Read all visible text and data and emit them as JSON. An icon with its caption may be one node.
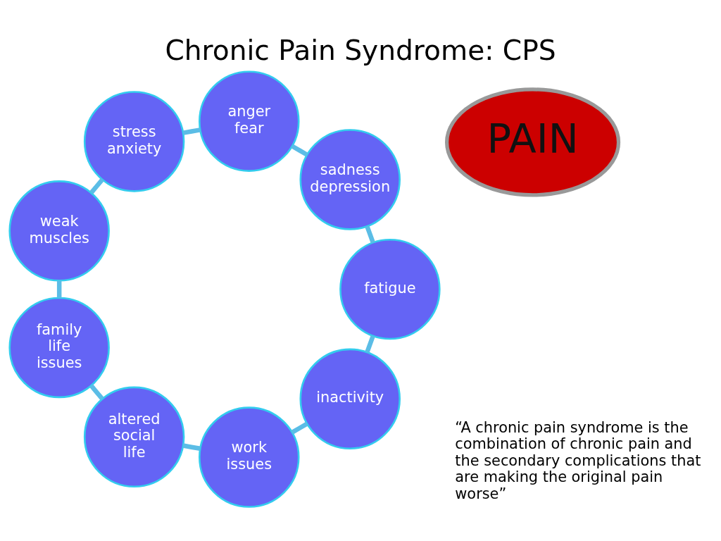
{
  "diagram": {
    "title": "Chronic Pain Syndrome: CPS",
    "nodes": [
      {
        "text": [
          "inactivity"
        ]
      },
      {
        "text": [
          "work issues"
        ]
      },
      {
        "text": [
          "altered social life"
        ]
      },
      {
        "text": [
          "family life issues"
        ]
      },
      {
        "text": [
          "weak muscles"
        ]
      },
      {
        "text": [
          "stress anxiety"
        ]
      },
      {
        "text": [
          "anger",
          "fear"
        ]
      },
      {
        "text": [
          "sadness",
          "depression"
        ]
      },
      {
        "text": [
          "fatigue"
        ]
      },
      {
        "text": [
          "PAIN"
        ]
      }
    ],
    "edges": [
      {
        "from": 0,
        "to": 1,
        "arrow": "none"
      },
      {
        "from": 1,
        "to": 2,
        "arrow": "none"
      },
      {
        "from": 2,
        "to": 3,
        "arrow": "none"
      },
      {
        "from": 3,
        "to": 4,
        "arrow": "none"
      },
      {
        "from": 4,
        "to": 5,
        "arrow": "none"
      },
      {
        "from": 5,
        "to": 6,
        "arrow": "none"
      },
      {
        "from": 6,
        "to": 7,
        "arrow": "none"
      },
      {
        "from": 7,
        "to": 8,
        "arrow": "none"
      },
      {
        "from": 8,
        "to": 0,
        "arrow": "none"
      }
    ],
    "labels": [
      "“A chronic pain syndrome is the combination of chronic pain and the secondary complications that are making the original pain worse”"
    ]
  }
}
